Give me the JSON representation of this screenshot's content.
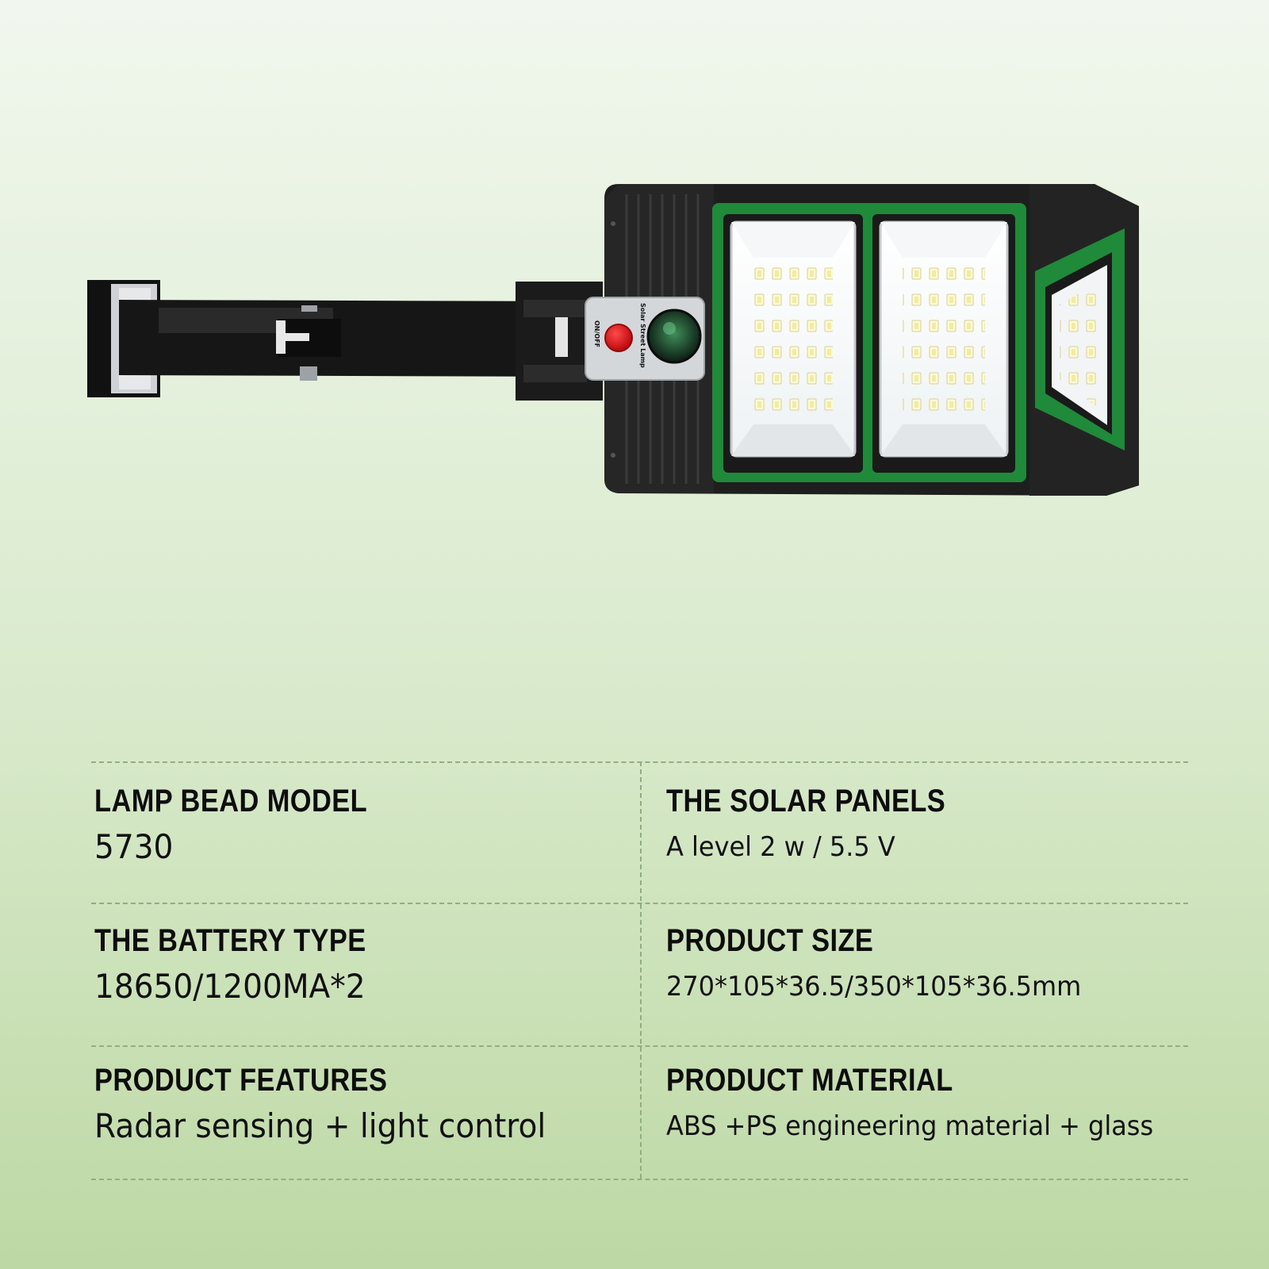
{
  "lamp": {
    "button_label": "ON/OFF",
    "device_label": "Solar Street Lamp"
  },
  "specs": [
    {
      "label": "LAMP BEAD MODEL",
      "value": "5730"
    },
    {
      "label": "THE SOLAR PANELS",
      "value": "A level 2 w / 5.5 V"
    },
    {
      "label": "THE BATTERY TYPE",
      "value": "18650/1200MA*2"
    },
    {
      "label": "PRODUCT SIZE",
      "value": "270*105*36.5/350*105*36.5mm"
    },
    {
      "label": "PRODUCT FEATURES",
      "value": "Radar sensing + light control"
    },
    {
      "label": "PRODUCT MATERIAL",
      "value": "ABS  +PS engineering material + glass"
    }
  ],
  "colors": {
    "accent_green": "#1f8a3a",
    "housing": "#1e1e1e",
    "button_red": "#e0141a",
    "background_top": "#f1f7ee",
    "background_bottom": "#bdd8a4"
  }
}
